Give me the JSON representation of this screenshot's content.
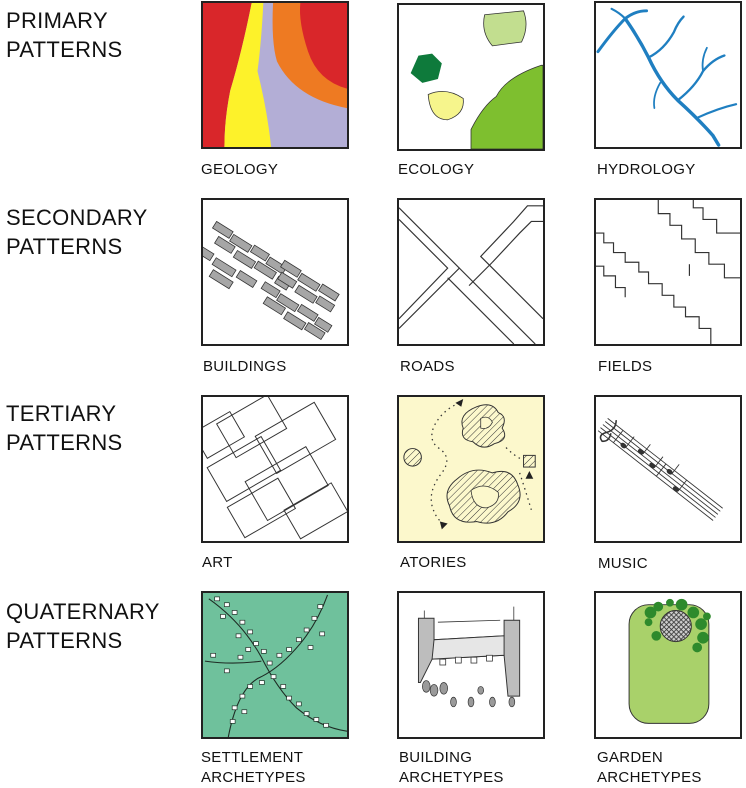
{
  "rows": [
    {
      "title": [
        "PRIMARY",
        "PATTERNS"
      ],
      "tiles": [
        {
          "caption": [
            "GEOLOGY"
          ],
          "icon": "geology-map-icon"
        },
        {
          "caption": [
            "ECOLOGY"
          ],
          "icon": "ecology-patches-icon"
        },
        {
          "caption": [
            "HYDROLOGY"
          ],
          "icon": "river-network-icon"
        }
      ]
    },
    {
      "title": [
        "SECONDARY",
        "PATTERNS"
      ],
      "tiles": [
        {
          "caption": [
            "BUILDINGS"
          ],
          "icon": "building-blocks-icon"
        },
        {
          "caption": [
            "ROADS"
          ],
          "icon": "road-crossing-icon"
        },
        {
          "caption": [
            "FIELDS"
          ],
          "icon": "field-boundaries-icon"
        }
      ]
    },
    {
      "title": [
        "TERTIARY",
        "PATTERNS"
      ],
      "tiles": [
        {
          "caption": [
            "ART"
          ],
          "icon": "overlapping-rectangles-icon"
        },
        {
          "caption": [
            "ATORIES"
          ],
          "icon": "story-path-icon"
        },
        {
          "caption": [
            "MUSIC"
          ],
          "icon": "music-staff-icon"
        }
      ]
    },
    {
      "title": [
        "QUATERNARY",
        "PATTERNS"
      ],
      "tiles": [
        {
          "caption": [
            "SETTLEMENT",
            "ARCHETYPES"
          ],
          "icon": "settlement-crossroads-icon"
        },
        {
          "caption": [
            "BUILDING",
            "ARCHETYPES"
          ],
          "icon": "building-plan-icon"
        },
        {
          "caption": [
            "GARDEN",
            "ARCHETYPES"
          ],
          "icon": "garden-plot-icon"
        }
      ]
    }
  ],
  "colors": {
    "geology_red": "#d9262a",
    "geology_yellow": "#fdf22a",
    "geology_orange": "#ee7a22",
    "geology_lavender": "#b3aed6",
    "ecology_light_green": "#c2de8f",
    "ecology_dark_green": "#0e7a3b",
    "ecology_yellow": "#f6f58c",
    "ecology_mid_green": "#7ebf2f",
    "hydrology_blue": "#1f7fc1",
    "stories_background": "#fcf8cc",
    "settlement_green": "#6fc19c",
    "garden_green": "#a9d16a"
  }
}
